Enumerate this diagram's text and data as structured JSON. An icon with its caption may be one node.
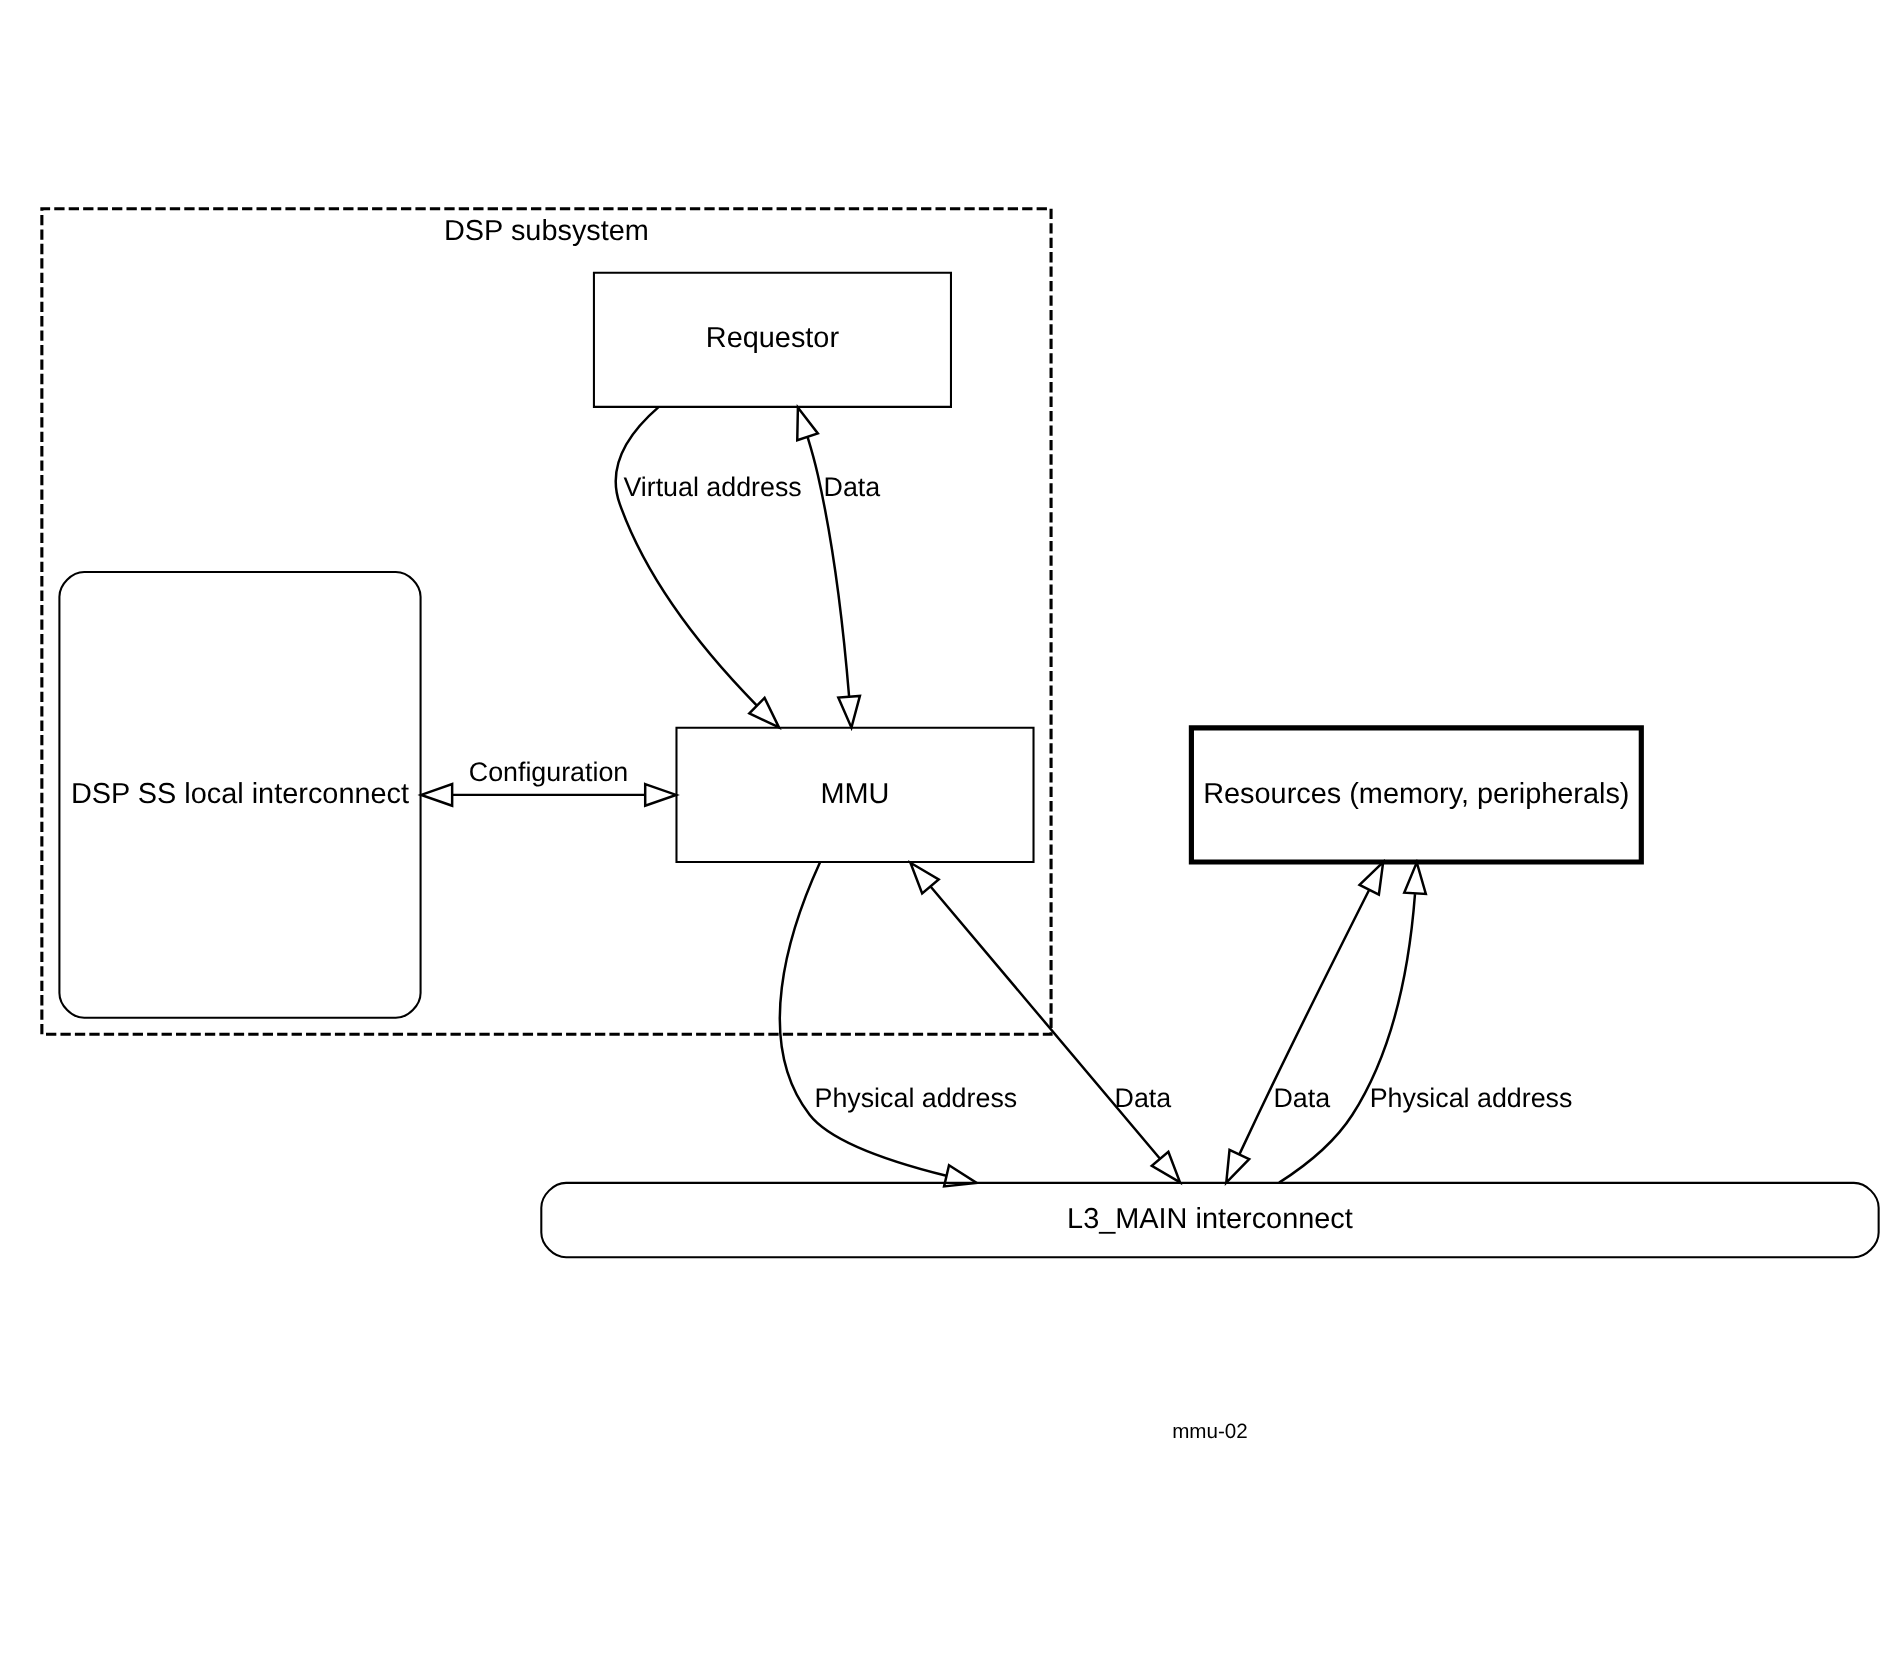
{
  "diagram": {
    "nodes": [
      {
        "text": [
          "DSP subsystem"
        ]
      },
      {
        "text": [
          "Requestor"
        ],
        "in": 0
      },
      {
        "text": [
          "MMU"
        ],
        "in": 0
      },
      {
        "text": [
          "DSP SS local interconnect"
        ],
        "in": 0
      },
      {
        "text": [
          "Resources (memory, peripherals)"
        ]
      },
      {
        "text": [
          "L3_MAIN interconnect"
        ]
      }
    ],
    "edges": [
      {
        "from": 1,
        "to": 2,
        "arrow": "to",
        "label": "Virtual address"
      },
      {
        "from": 1,
        "to": 2,
        "arrow": "both",
        "label": "Data"
      },
      {
        "from": 3,
        "to": 2,
        "arrow": "both",
        "label": "Configuration"
      },
      {
        "from": 2,
        "to": 5,
        "arrow": "to",
        "label": "Physical address"
      },
      {
        "from": 2,
        "to": 5,
        "arrow": "both",
        "label": "Data"
      },
      {
        "from": 5,
        "to": 4,
        "arrow": "to",
        "label": "Physical address"
      },
      {
        "from": 4,
        "to": 5,
        "arrow": "both",
        "label": "Data"
      }
    ],
    "labels": [
      "mmu-02"
    ]
  }
}
